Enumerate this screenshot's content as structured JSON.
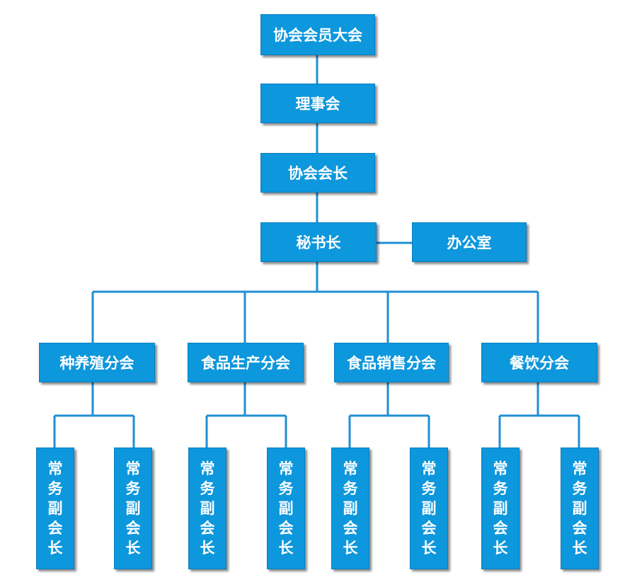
{
  "nodes": {
    "assembly": "协会会员大会",
    "council": "理事会",
    "president": "协会会长",
    "secretary_general": "秘书长",
    "office": "办公室",
    "branches": [
      {
        "name": "种养殖分会",
        "vps": [
          "常务副会长",
          "常务副会长"
        ]
      },
      {
        "name": "食品生产分会",
        "vps": [
          "常务副会长",
          "常务副会长"
        ]
      },
      {
        "name": "食品销售分会",
        "vps": [
          "常务副会长",
          "常务副会长"
        ]
      },
      {
        "name": "餐饮分会",
        "vps": [
          "常务副会长",
          "常务副会长"
        ]
      }
    ]
  },
  "colors": {
    "box": "#0d97dc",
    "line": "#1f8fd3",
    "text": "#ffffff"
  }
}
